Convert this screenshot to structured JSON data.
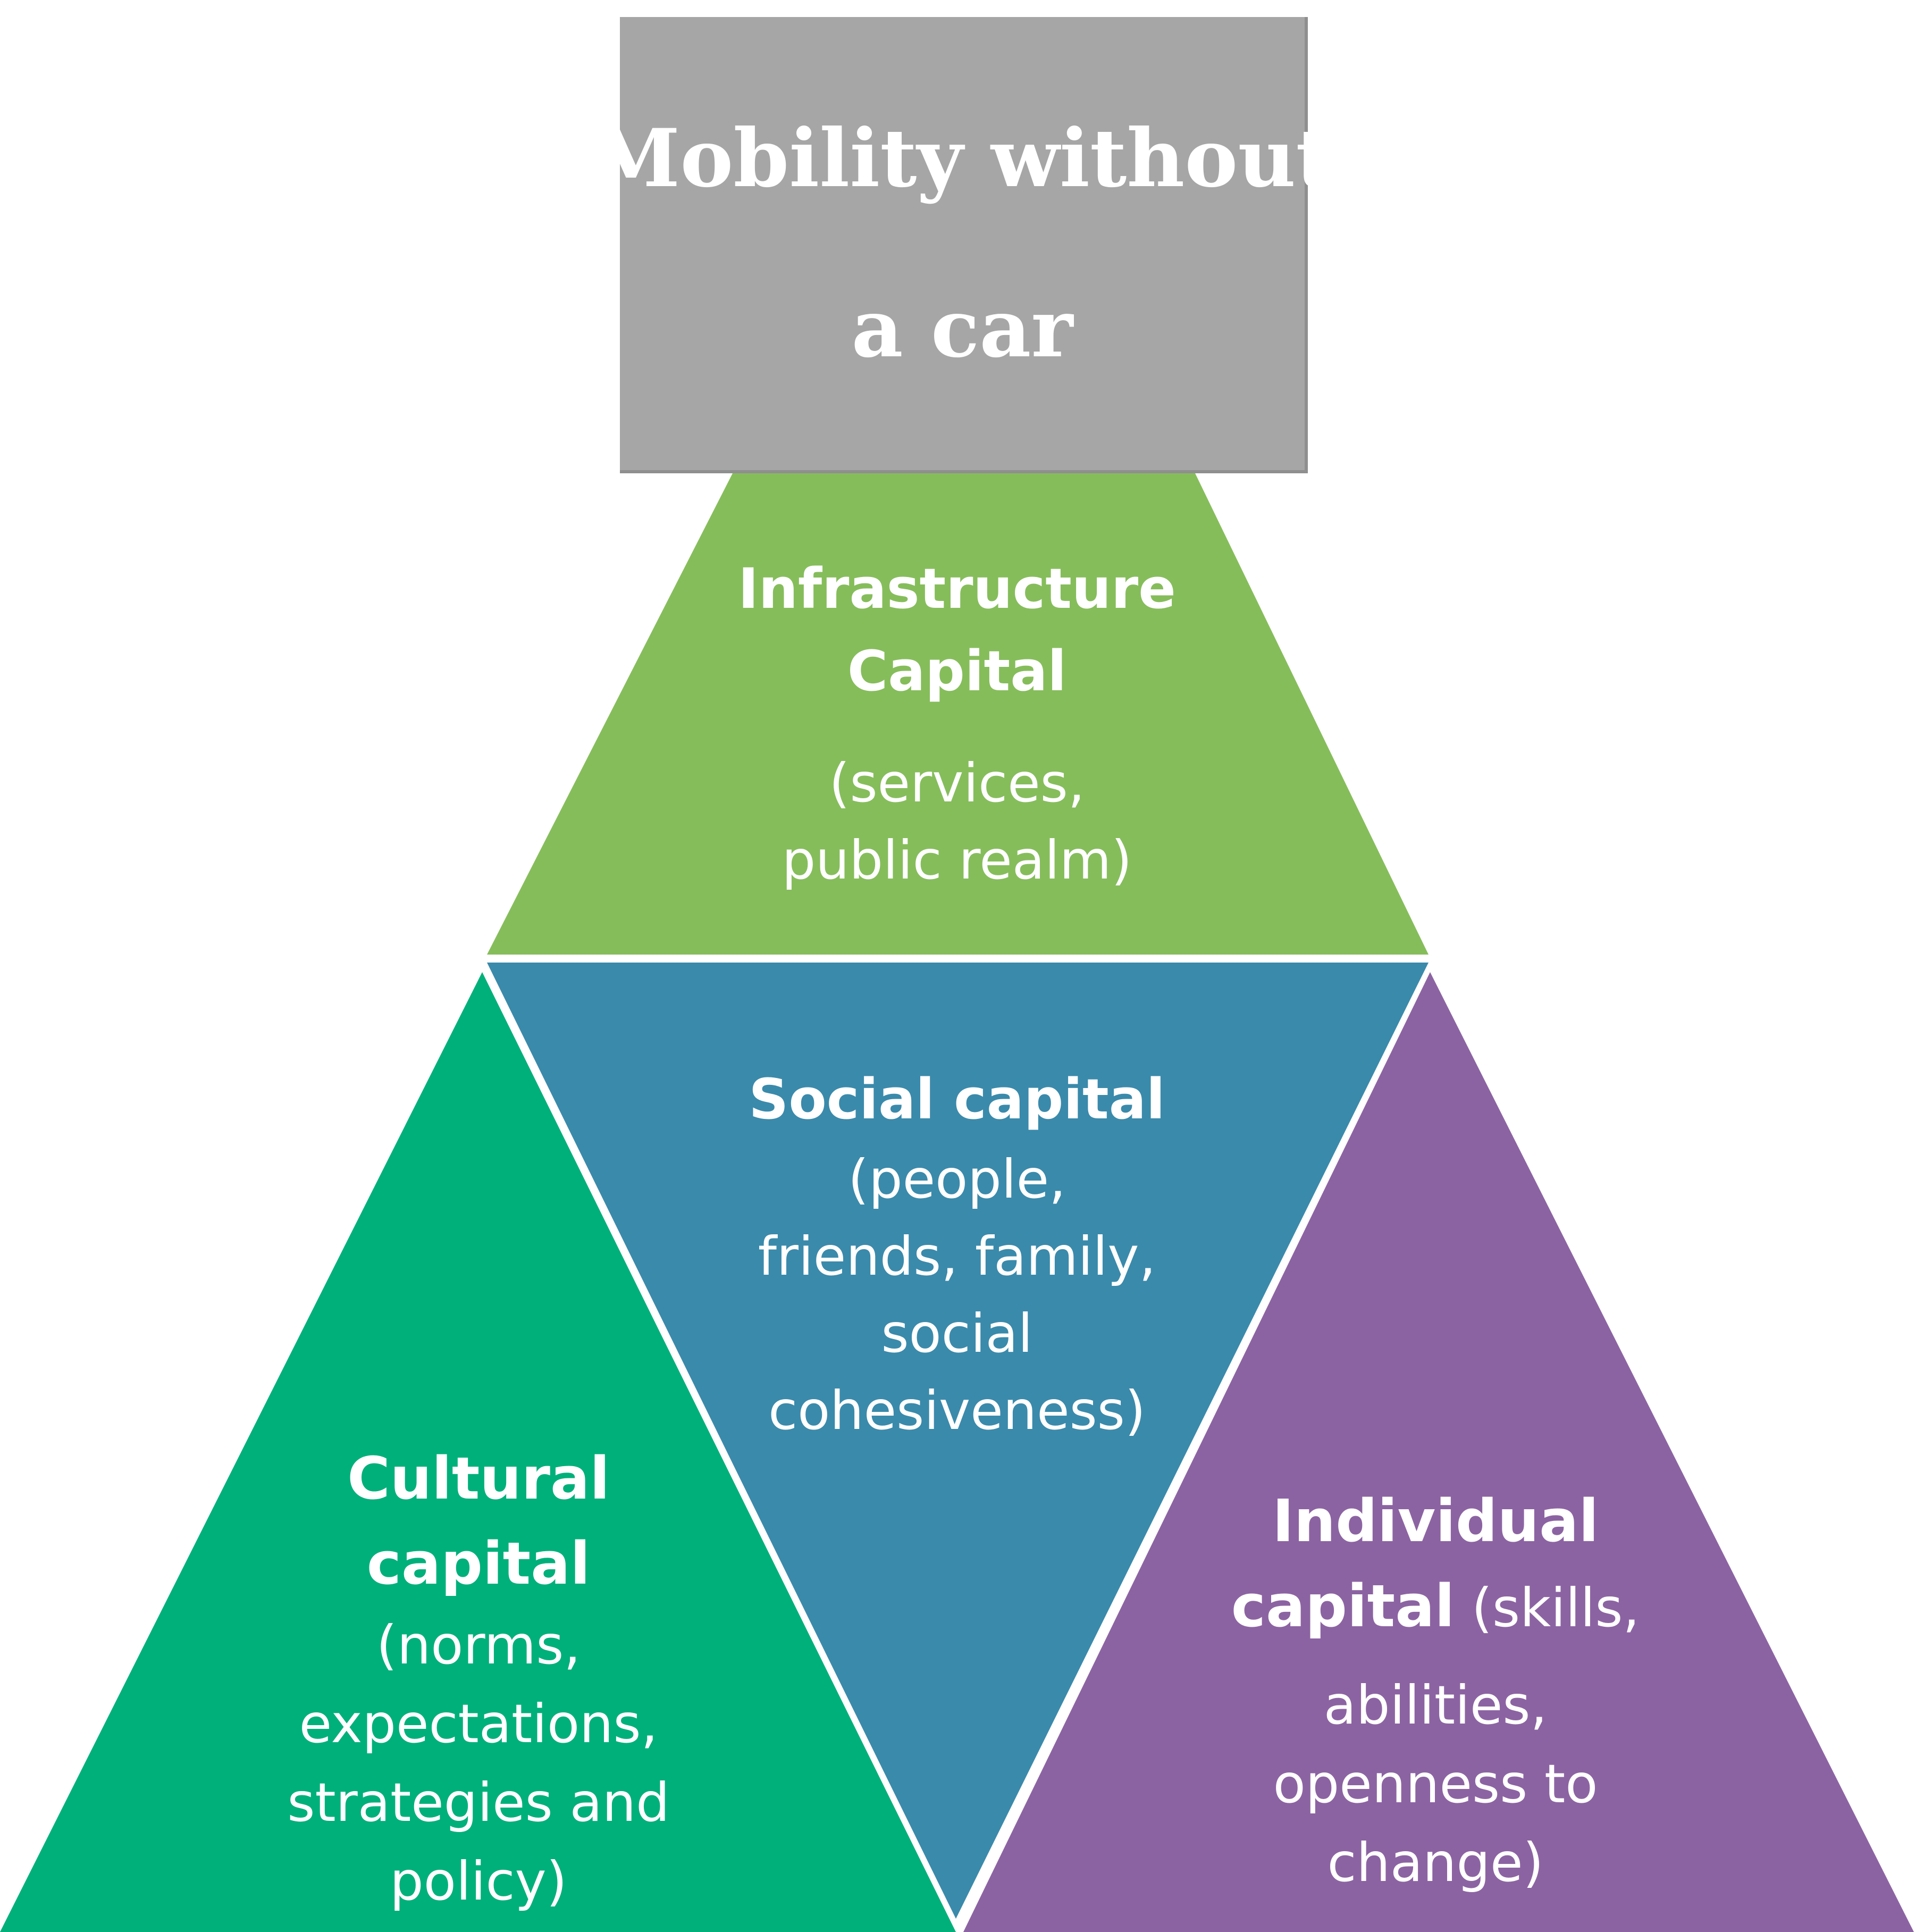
{
  "apex": {
    "line1": "Mobility without",
    "line2": "a car",
    "fill": "#a6a6a6"
  },
  "infrastructure": {
    "title1": "Infrastructure",
    "title2": "Capital",
    "desc1": "(services,",
    "desc2": "public realm)",
    "fill": "#86bd5b"
  },
  "social": {
    "title": "Social capital",
    "desc1": "(people,",
    "desc2": "friends, family,",
    "desc3": "social",
    "desc4": "cohesiveness)",
    "fill": "#3a8aab"
  },
  "cultural": {
    "title1": "Cultural",
    "title2": "capital",
    "desc1": "(norms,",
    "desc2": "expectations,",
    "desc3": "strategies and",
    "desc4": "policy)",
    "fill": "#00b07a"
  },
  "individual": {
    "title1": "Individual",
    "title2": "capital",
    "desc_inline": " (skills,",
    "desc2": "abilities,",
    "desc3": "openness to",
    "desc4": "change)",
    "fill": "#8c63a2"
  }
}
